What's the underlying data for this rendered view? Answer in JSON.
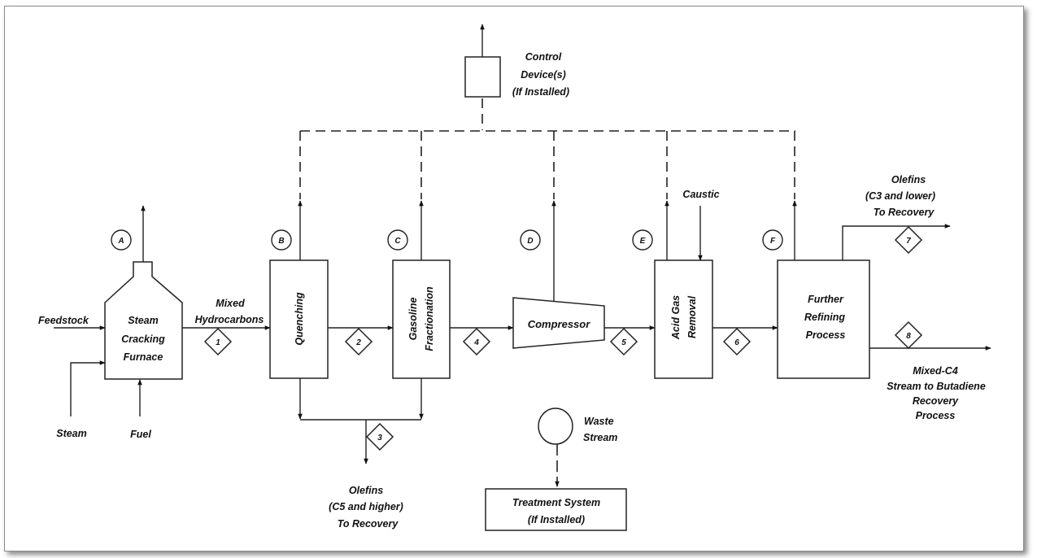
{
  "diagram": {
    "type": "process-flow",
    "units": {
      "furnace": {
        "label_lines": [
          "Steam",
          "Cracking",
          "Furnace"
        ],
        "tag": "A"
      },
      "quenching": {
        "label": "Quenching",
        "tag": "B"
      },
      "gasoline": {
        "label_lines": [
          "Gasoline",
          "Fractionation"
        ],
        "tag": "C"
      },
      "compressor": {
        "label": "Compressor",
        "tag": "D"
      },
      "acid_gas": {
        "label_lines": [
          "Acid Gas",
          "Removal"
        ],
        "tag": "E"
      },
      "further": {
        "label_lines": [
          "Further",
          "Refining",
          "Process"
        ],
        "tag": "F"
      },
      "control": {
        "label_lines": [
          "Control",
          "Device(s)",
          "(If Installed)"
        ]
      },
      "waste": {
        "label_lines": [
          "Waste",
          "Stream"
        ]
      },
      "treatment": {
        "label_lines": [
          "Treatment System",
          "(If Installed)"
        ]
      }
    },
    "inputs": {
      "feedstock": "Feedstock",
      "steam": "Steam",
      "fuel": "Fuel",
      "caustic": "Caustic"
    },
    "streams": {
      "s1": {
        "id": "1",
        "label_lines": [
          "Mixed",
          "Hydrocarbons"
        ]
      },
      "s2": {
        "id": "2"
      },
      "s3": {
        "id": "3",
        "label_lines": [
          "Olefins",
          "(C5 and higher)",
          "To Recovery"
        ]
      },
      "s4": {
        "id": "4"
      },
      "s5": {
        "id": "5"
      },
      "s6": {
        "id": "6"
      },
      "s7": {
        "id": "7",
        "label_lines": [
          "Olefins",
          "(C3 and lower)",
          "To Recovery"
        ]
      },
      "s8": {
        "id": "8",
        "label_lines": [
          "Mixed-C4",
          "Stream to Butadiene",
          "Recovery",
          "Process"
        ]
      }
    }
  }
}
